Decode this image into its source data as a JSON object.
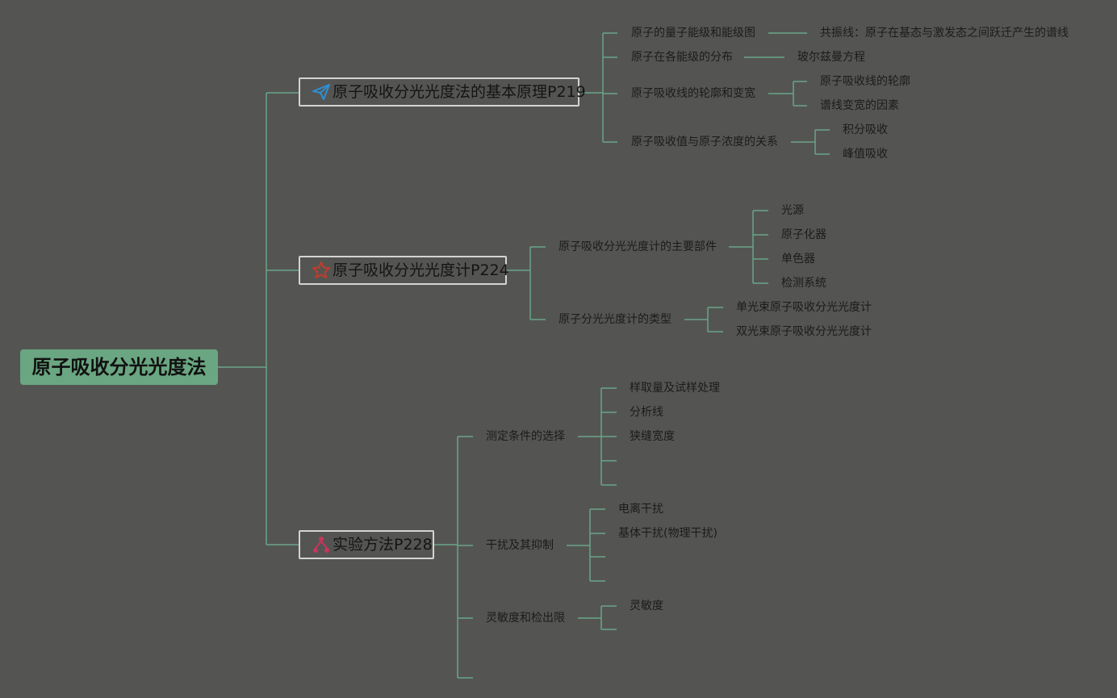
{
  "root": {
    "title": "原子吸收分光光度法"
  },
  "branches": [
    {
      "label": "原子吸收分光光度法的基本原理P219",
      "icon": "paper-plane-icon",
      "icon_color": "#2e8fd1",
      "subs": [
        {
          "label": "原子的量子能级和能级图",
          "leaves": [
            "共振线：原子在基态与激发态之间跃迁产生的谱线"
          ]
        },
        {
          "label": "原子在各能级的分布",
          "leaves": [
            "玻尔兹曼方程"
          ]
        },
        {
          "label": "原子吸收线的轮廓和变宽",
          "leaves": [
            "原子吸收线的轮廓",
            "谱线变宽的因素"
          ]
        },
        {
          "label": "原子吸收值与原子浓度的关系",
          "leaves": [
            "积分吸收",
            "峰值吸收"
          ]
        }
      ]
    },
    {
      "label": "原子吸收分光光度计P224",
      "icon": "star-outline-icon",
      "icon_color": "#c43b2a",
      "subs": [
        {
          "label": "原子吸收分光光度计的主要部件",
          "leaves": [
            "光源",
            "原子化器",
            "单色器",
            "检测系统"
          ]
        },
        {
          "label": "原子分光光度计的类型",
          "leaves": [
            "单光束原子吸收分光光度计",
            "双光束原子吸收分光光度计"
          ]
        }
      ]
    },
    {
      "label": "实验方法P228",
      "icon": "network-icon",
      "icon_color": "#c8365a",
      "subs": [
        {
          "label": "测定条件的选择",
          "leaves": [
            "样取量及试样处理",
            "分析线",
            "狭缝宽度"
          ]
        },
        {
          "label": "干扰及其抑制",
          "leaves": [
            "电离干扰",
            "基体干扰(物理干扰)"
          ]
        },
        {
          "label": "灵敏度和检出限",
          "leaves": [
            "灵敏度"
          ]
        }
      ]
    }
  ],
  "colors": {
    "background": "#545553",
    "connector": "#6aa38a",
    "root_fill": "#6aa681",
    "branch_border": "#d4d4d2"
  }
}
